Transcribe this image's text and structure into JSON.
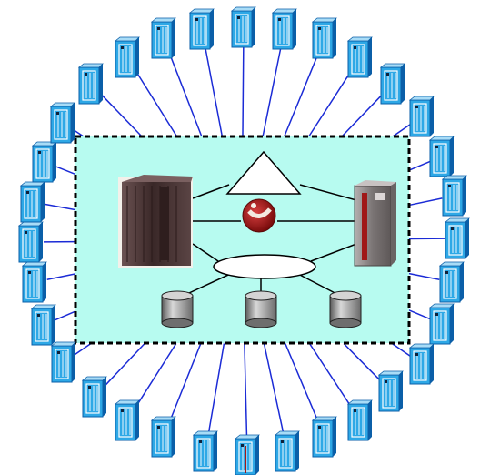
{
  "diagram": {
    "colors": {
      "background": "#ffffff",
      "cluster_fill": "#b7fbf0",
      "cluster_border": "#000000",
      "link": "#1b2bd6",
      "terminal_body": "#2ea8e6",
      "terminal_dark": "#0b5fa8",
      "terminal_light": "#a8dcf7",
      "server_left": "#4a3434",
      "server_right": "#8e8888",
      "accent_red": "#a01818",
      "disk": "#8a8a8a"
    },
    "cluster": {
      "servers": [
        {
          "name": "mainframe",
          "icon": "server-rack-icon"
        },
        {
          "name": "enterprise-server",
          "icon": "server-rack-icon"
        }
      ],
      "router": {
        "icon": "triangle-hub-icon"
      },
      "mascot": {
        "icon": "red-round-logo-icon"
      },
      "network": {
        "icon": "ellipse-bus-icon"
      },
      "disks": [
        {
          "icon": "disk-storage-icon"
        },
        {
          "icon": "disk-storage-icon"
        },
        {
          "icon": "disk-storage-icon"
        }
      ]
    },
    "terminals": {
      "count": 32,
      "icon": "terminal-tower-icon"
    }
  }
}
